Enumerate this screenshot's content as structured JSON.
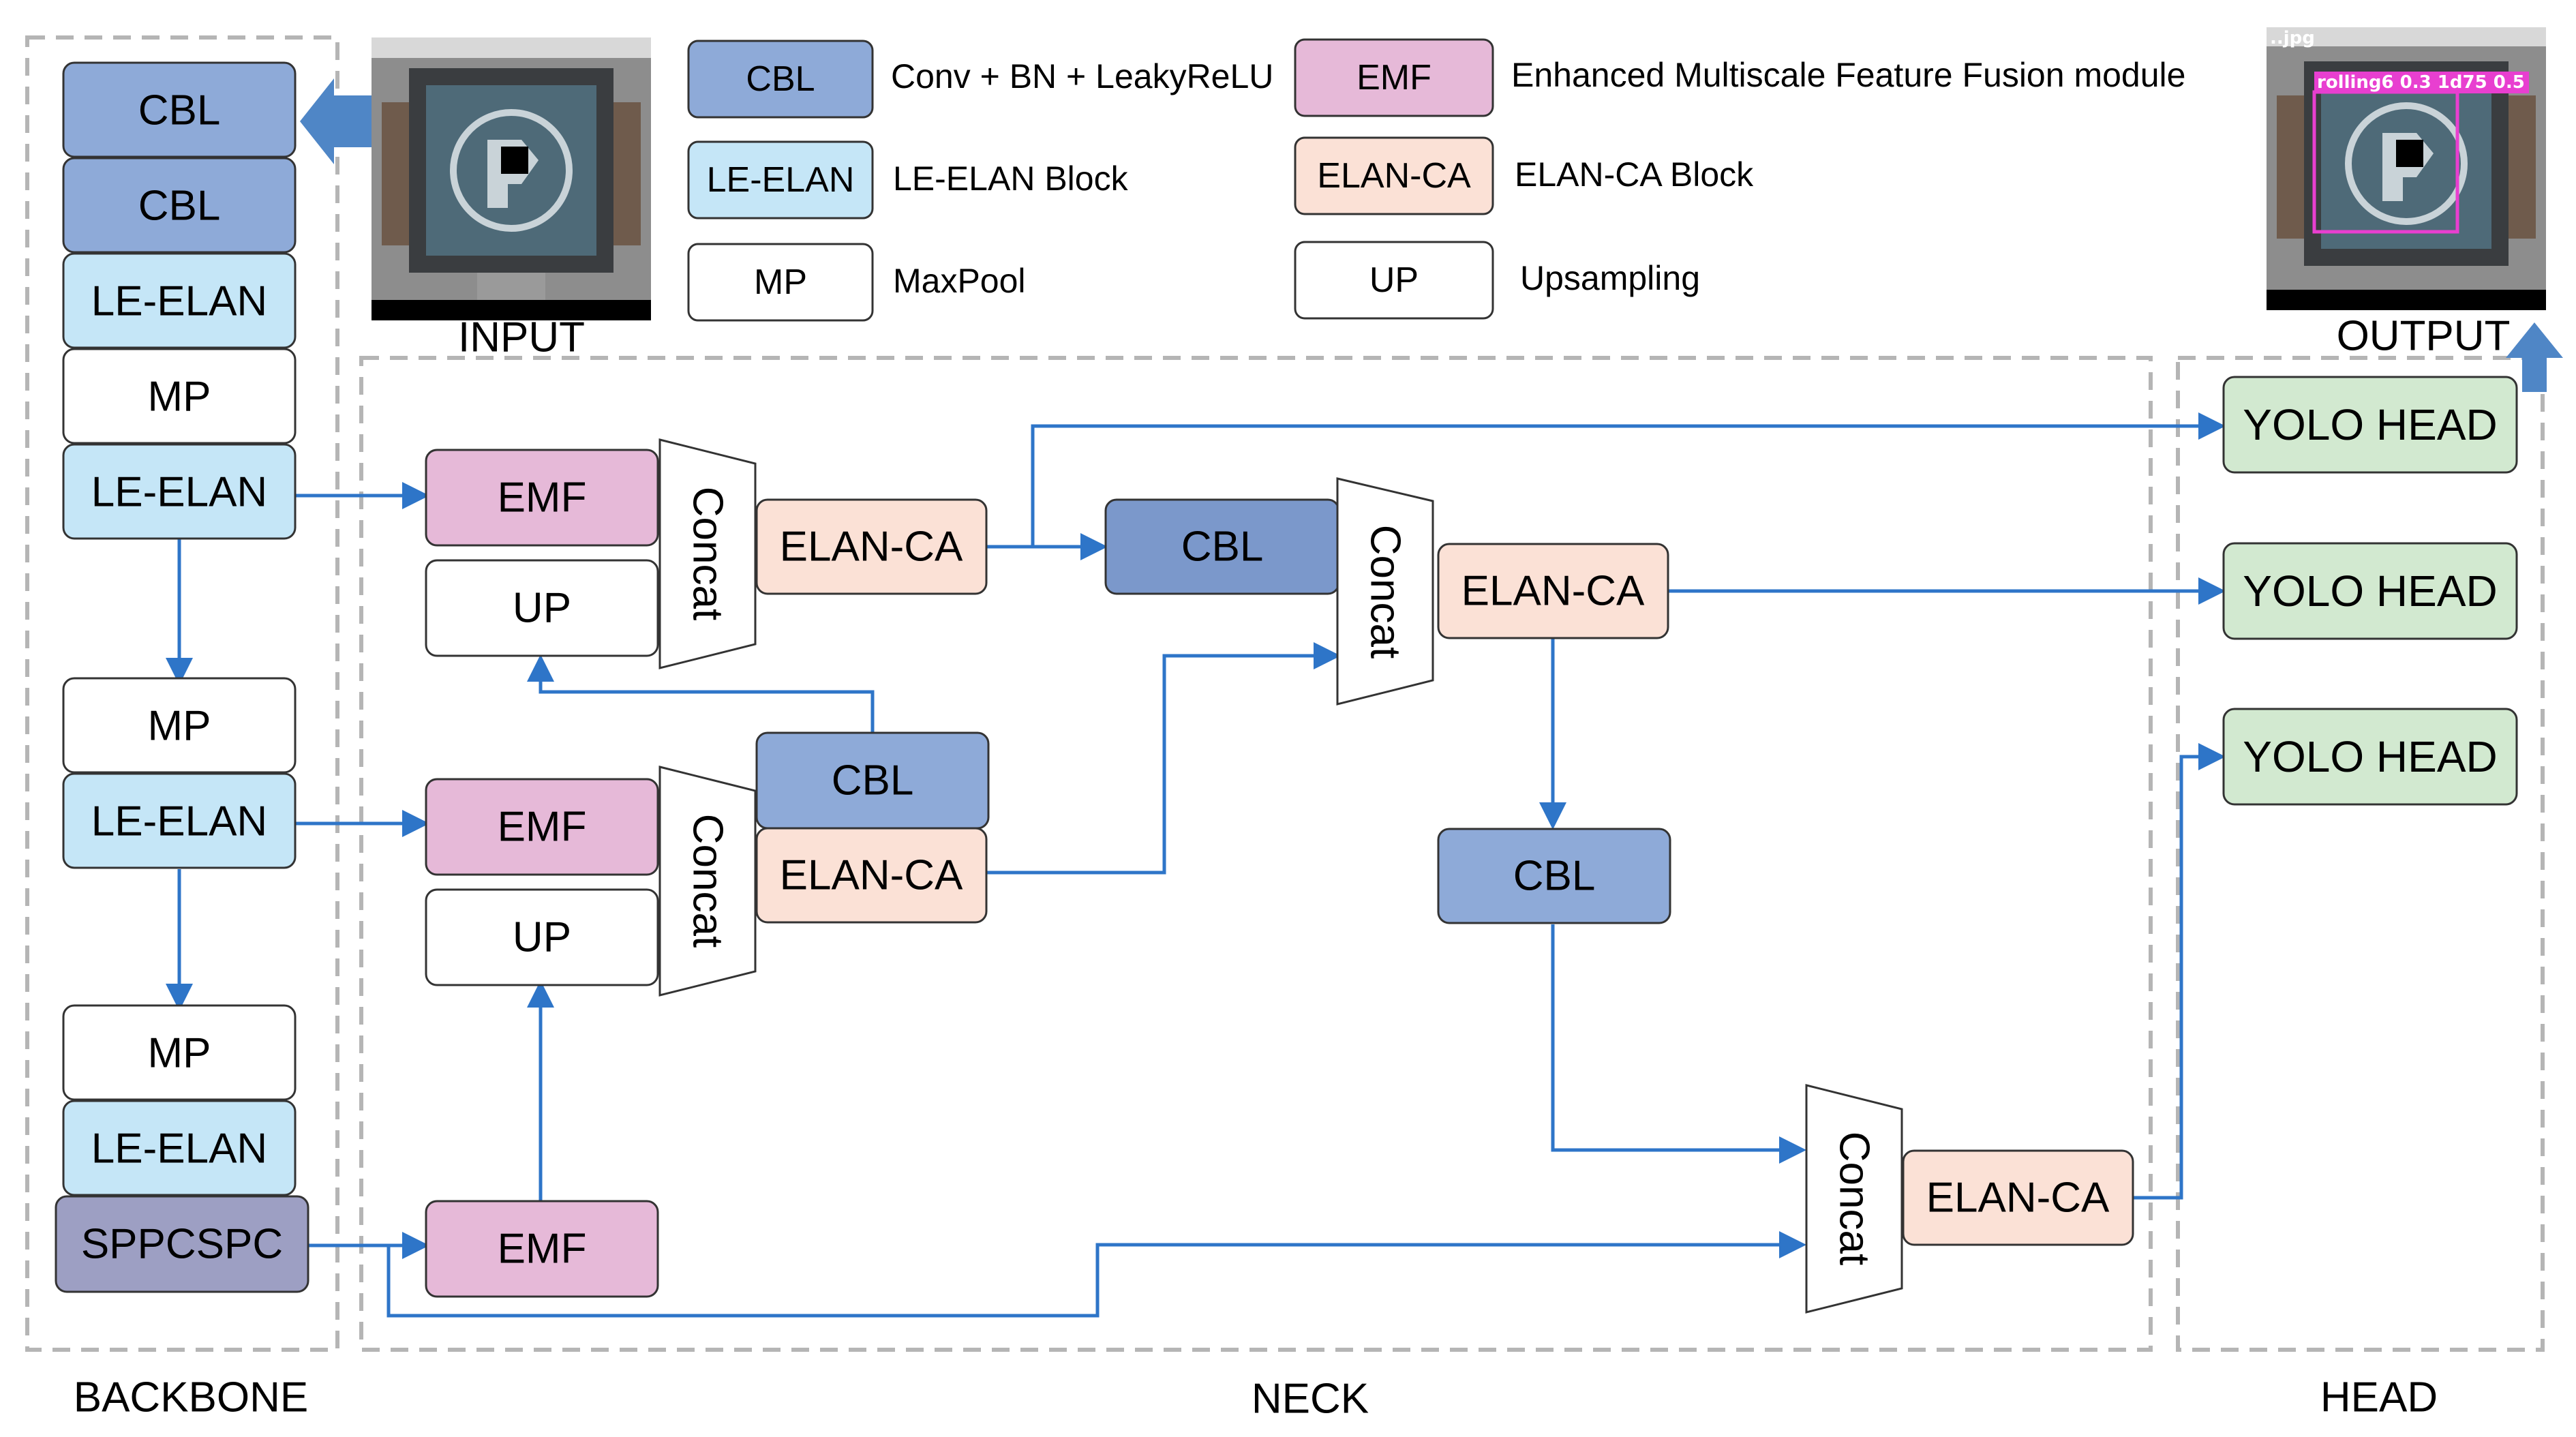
{
  "legend": {
    "cbl": {
      "abbr": "CBL",
      "desc": "Conv + BN + LeakyReLU"
    },
    "le_elan": {
      "abbr": "LE-ELAN",
      "desc": "LE-ELAN Block"
    },
    "mp": {
      "abbr": "MP",
      "desc": "MaxPool"
    },
    "emf": {
      "abbr": "EMF",
      "desc": "Enhanced Multiscale Feature Fusion module"
    },
    "elan_ca": {
      "abbr": "ELAN-CA",
      "desc": "ELAN-CA Block"
    },
    "up": {
      "abbr": "UP",
      "desc": "Upsampling"
    }
  },
  "labels": {
    "input": "INPUT",
    "output": "OUTPUT",
    "backbone": "BACKBONE",
    "neck": "NECK",
    "head": "HEAD"
  },
  "detection": {
    "filename": "..jpg",
    "label": "rolling6 0.3 1d75 0.5"
  },
  "backbone": {
    "b1": "CBL",
    "b2": "CBL",
    "b3": "LE-ELAN",
    "b4": "MP",
    "b5": "LE-ELAN",
    "b6": "MP",
    "b7": "LE-ELAN",
    "b8": "MP",
    "b9": "LE-ELAN",
    "b10": "SPPCSPC"
  },
  "neck": {
    "emf1": "EMF",
    "up1": "UP",
    "concat1": "Concat",
    "elanca1": "ELAN-CA",
    "cbl_a": "CBL",
    "concat2": "Concat",
    "elanca2": "ELAN-CA",
    "emf2": "EMF",
    "up2": "UP",
    "concat3": "Concat",
    "cbl_b": "CBL",
    "elanca3": "ELAN-CA",
    "emf3": "EMF",
    "cbl_c": "CBL",
    "concat4": "Concat",
    "elanca4": "ELAN-CA"
  },
  "head": {
    "h1": "YOLO HEAD",
    "h2": "YOLO HEAD",
    "h3": "YOLO HEAD"
  },
  "colors": {
    "cbl": "#8eaad8",
    "le_elan": "#c5e6f7",
    "mp": "#ffffff",
    "emf": "#e6b9d8",
    "elan_ca": "#fbe1d6",
    "up": "#ffffff",
    "sppcspc": "#9d9fc3",
    "yolo_head": "#d2e9d0",
    "arrow": "#2e75c8",
    "detection_box": "#e83fd0"
  }
}
